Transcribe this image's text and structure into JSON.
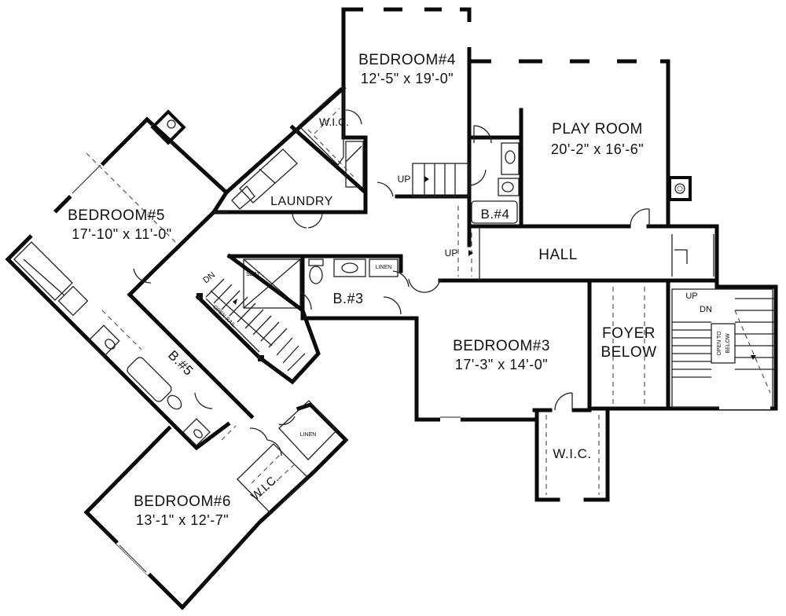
{
  "rooms": {
    "bedroom4": {
      "name": "BEDROOM#4",
      "dims": "12'-5\" x 19'-0\""
    },
    "playroom": {
      "name": "PLAY ROOM",
      "dims": "20'-2\" x 16'-6\""
    },
    "bedroom5": {
      "name": "BEDROOM#5",
      "dims": "17'-10\" x 11'-0\""
    },
    "bedroom3": {
      "name": "BEDROOM#3",
      "dims": "17'-3\" x 14'-0\""
    },
    "bedroom6": {
      "name": "BEDROOM#6",
      "dims": "13'-1\" x 12'-7\""
    },
    "laundry": {
      "name": "LAUNDRY"
    },
    "hall": {
      "name": "HALL"
    },
    "foyer": {
      "line1": "FOYER",
      "line2": "BELOW"
    },
    "wic_b4": {
      "name": "W.I.C."
    },
    "wic_b3": {
      "name": "W.I.C."
    },
    "wic_b6": {
      "name": "W.I.C."
    },
    "bath4": {
      "name": "B.#4"
    },
    "bath3": {
      "name": "B.#3"
    },
    "bath5": {
      "name": "B.#5"
    }
  },
  "notes": {
    "up_laundry": "UP",
    "up_hall": "UP",
    "up_stair": "UP",
    "dn_stair_right": "DN",
    "dn_stair_left": "DN",
    "open_rail": "OPEN RAIL",
    "open_to_below_1": "OPEN TO",
    "open_to_below_2": "BELOW",
    "seat": "SEAT",
    "linen_top": "LINEN",
    "linen_bottom": "LINEN"
  }
}
